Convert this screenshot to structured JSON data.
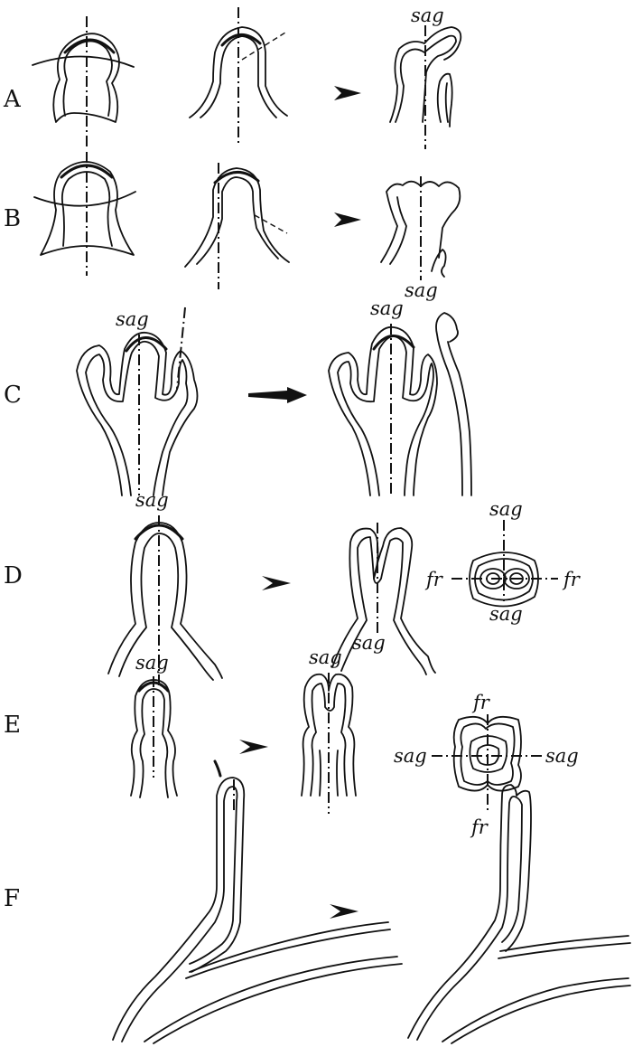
{
  "row_labels": {
    "a": "A",
    "b": "B",
    "c": "C",
    "d": "D",
    "e": "E",
    "f": "F"
  },
  "plane_labels": {
    "sag": "sag",
    "fr": "fr"
  }
}
